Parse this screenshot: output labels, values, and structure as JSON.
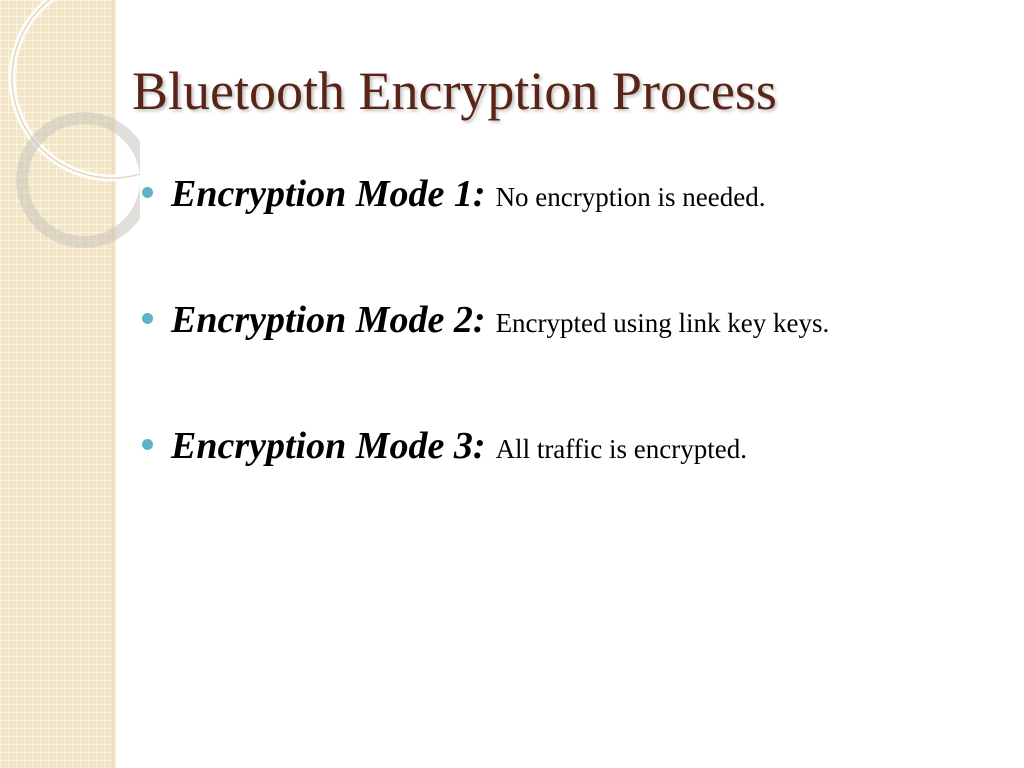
{
  "slide": {
    "title": "Bluetooth Encryption Process",
    "bullets": [
      {
        "mode": "Encryption Mode 1:",
        "text": "No encryption is needed."
      },
      {
        "mode": "Encryption Mode 2:",
        "text": "Encrypted using link key keys."
      },
      {
        "mode": "Encryption Mode 3:",
        "text": "All traffic is encrypted."
      }
    ]
  },
  "theme": {
    "title_color": "#5a2416",
    "bullet_color": "#5fb3c8",
    "band_color": "#f3e6c6"
  }
}
